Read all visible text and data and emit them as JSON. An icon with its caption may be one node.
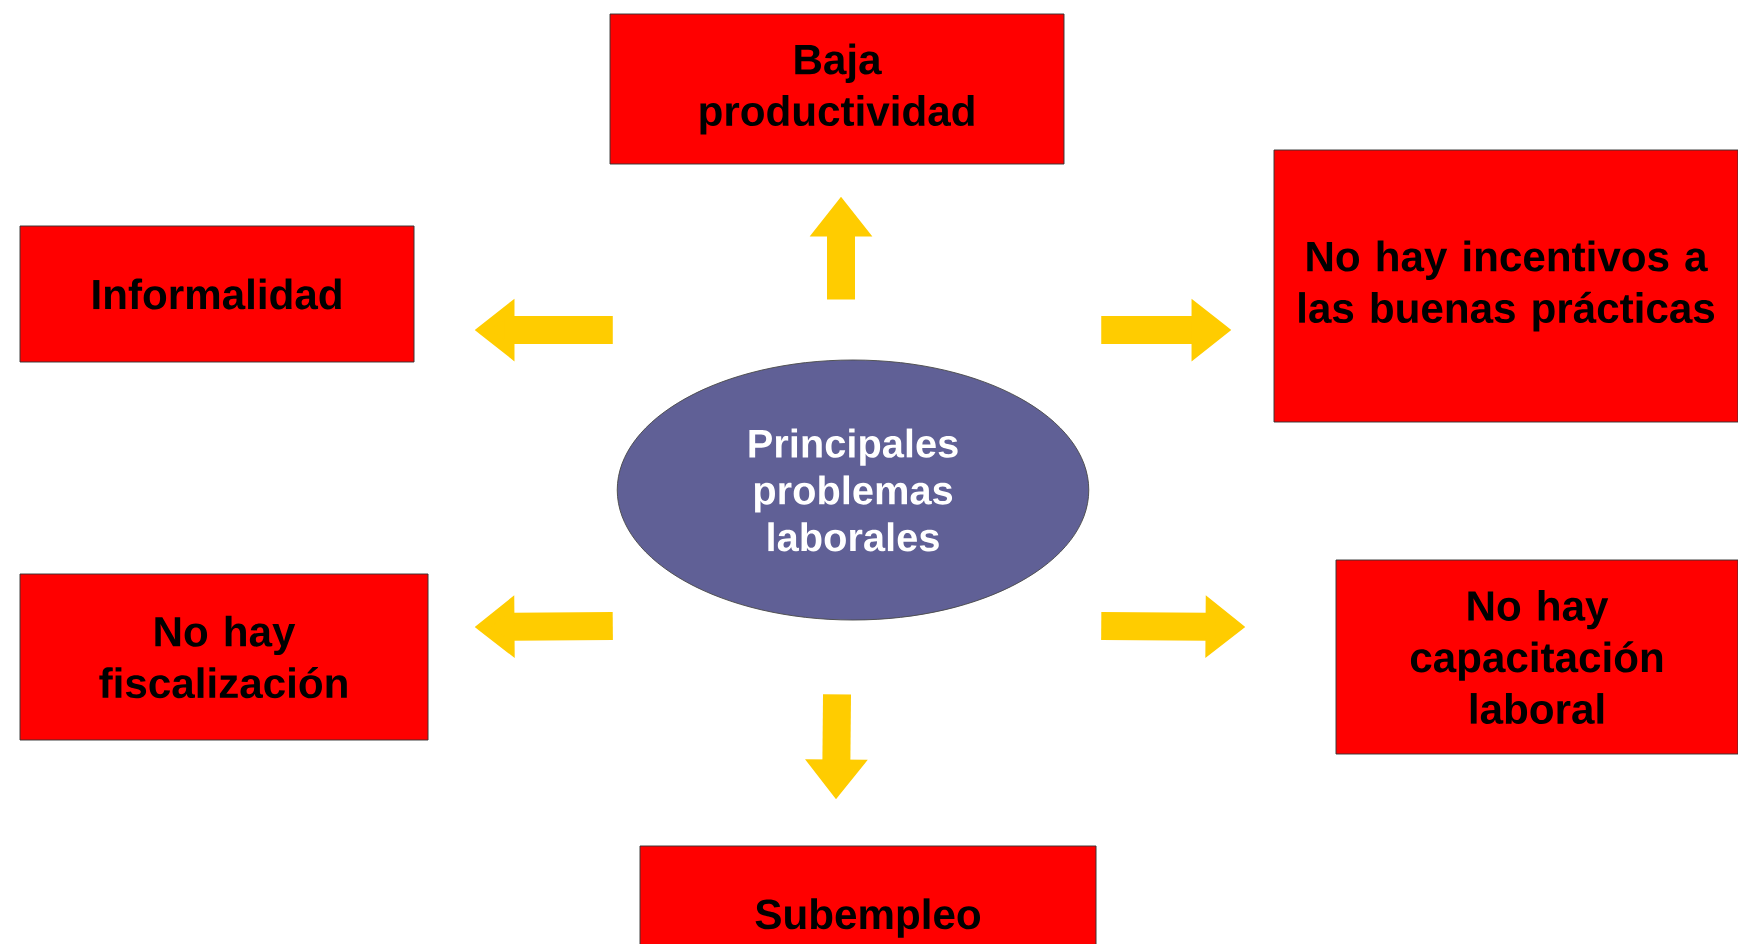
{
  "diagram": {
    "nodes": [
      {
        "text": [
          "Principales problemas laborales"
        ]
      },
      {
        "text": [
          "Baja productividad"
        ]
      },
      {
        "text": [
          "Informalidad"
        ]
      },
      {
        "text": [
          "No hay incentivos a las buenas prácticas"
        ]
      },
      {
        "text": [
          "No hay fiscalización"
        ]
      },
      {
        "text": [
          "No hay capacitación laboral"
        ]
      },
      {
        "text": [
          "Subempleo"
        ]
      }
    ],
    "edges": [
      {
        "from": 0,
        "to": 1,
        "arrow": "to"
      },
      {
        "from": 0,
        "to": 2,
        "arrow": "to"
      },
      {
        "from": 0,
        "to": 3,
        "arrow": "to"
      },
      {
        "from": 0,
        "to": 4,
        "arrow": "to"
      },
      {
        "from": 0,
        "to": 5,
        "arrow": "to"
      },
      {
        "from": 0,
        "to": 6,
        "arrow": "to"
      }
    ]
  }
}
